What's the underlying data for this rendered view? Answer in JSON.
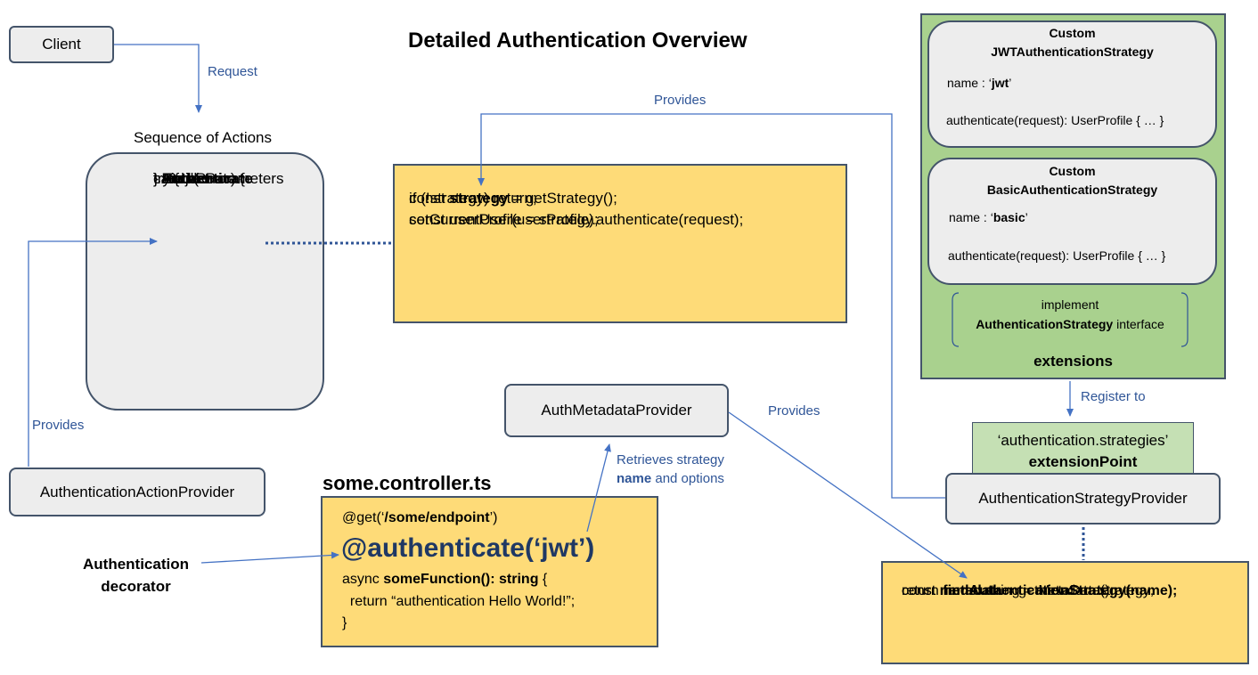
{
  "title": "Detailed Authentication Overview",
  "client": {
    "label": "Client"
  },
  "request_label": "Request",
  "sequence": {
    "heading": "Sequence of Actions",
    "lines": [
      "try {",
      "  Find Route",
      "  Parse Parameters",
      "  Authenticate",
      "  Invoke",
      "  Send",
      "}",
      "catch (error) {",
      "   Reject",
      "}"
    ]
  },
  "provides_left": "Provides",
  "action_provider": {
    "label": "AuthenticationActionProvider"
  },
  "strategy_code": {
    "l1_pre": "const ",
    "l1_bold": "strategy",
    "l1_post": " = getStrategy();",
    "l2": "if (!strategy) return;",
    "l3": "const userProfile = strategy.authenticate(request);",
    "l4": "setCurrentUser(userProfile);"
  },
  "provides_top": "Provides",
  "metadata_provider": {
    "label": "AuthMetadataProvider"
  },
  "provides_mid": "Provides",
  "retrieves": {
    "line1": "Retrieves strategy",
    "line2_bold": "name",
    "line2_post": " and options"
  },
  "controller": {
    "filename": "some.controller.ts",
    "get_pre": "@get(‘",
    "get_bold": "/some/endpoint",
    "get_post": "’)",
    "decorator": "@authenticate(‘jwt’)",
    "async_pre": "async ",
    "async_bold": "someFunction(): string",
    "async_post": " {",
    "ret": "  return “authentication Hello World!”;",
    "close": "}"
  },
  "auth_decorator": {
    "line1": "Authentication",
    "line2": "decorator"
  },
  "extensions": {
    "jwt": {
      "line1": "Custom",
      "line2": "JWTAuthenticationStrategy",
      "name_pre": "name : ‘",
      "name_bold": "jwt",
      "name_post": "’",
      "method": "authenticate(request): UserProfile { … }"
    },
    "basic": {
      "line1": "Custom",
      "line2": "BasicAuthenticationStrategy",
      "name_pre": "name : ‘",
      "name_bold": "basic",
      "name_post": "’",
      "method": "authenticate(request): UserProfile { … }"
    },
    "implement_line1": "implement",
    "implement_bold": "AuthenticationStrategy",
    "implement_post": " interface",
    "label": "extensions"
  },
  "register_to": "Register to",
  "extension_point": {
    "line1": "‘authentication.strategies’",
    "line2": "extensionPoint"
  },
  "strategy_provider": {
    "label": "AuthenticationStrategyProvider"
  },
  "find_code": {
    "l1_pre": "const ",
    "l1_bold": "metadata",
    "l1_post": " = getMetaData();",
    "l2_pre": "const ",
    "l2_bold": "name",
    "l2_post": ": string = metadata.strategy;",
    "l3_pre": "return ",
    "l3_bold": "findAuthenticationStrategy(name);"
  },
  "colors": {
    "arrow": "#4472c4",
    "border": "#44546a",
    "yellow": "#fedb78",
    "green": "#a9d18e",
    "light_green": "#c5e0b4",
    "grey": "#ededed",
    "decorator_text": "#1f3864"
  }
}
